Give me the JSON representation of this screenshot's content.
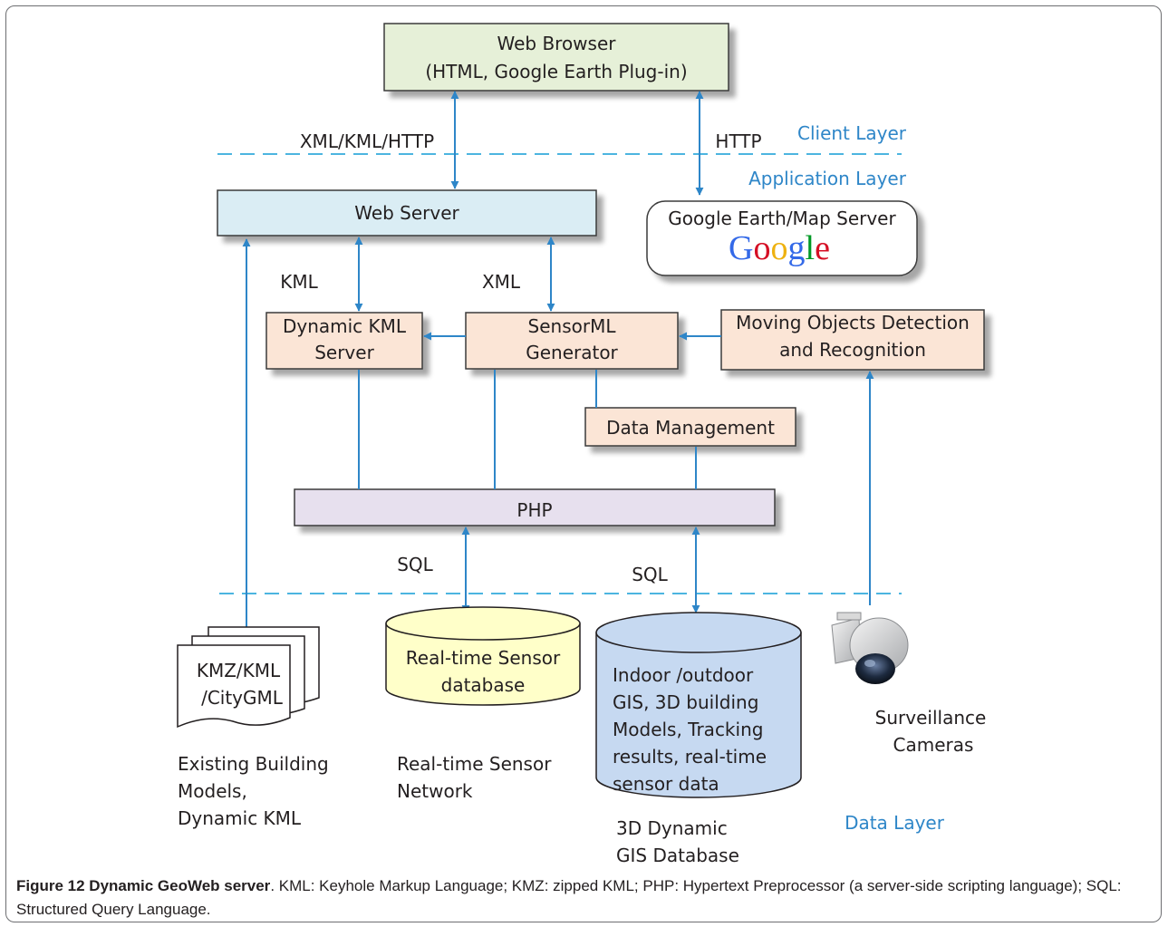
{
  "layers": {
    "client": "Client Layer",
    "application": "Application Layer",
    "data": "Data Layer"
  },
  "nodes": {
    "web_browser": [
      "Web Browser",
      "(HTML, Google Earth Plug-in)"
    ],
    "web_server": "Web Server",
    "google_server": "Google Earth/Map Server",
    "google_logo": "Google",
    "dynamic_kml": [
      "Dynamic KML",
      "Server"
    ],
    "sensorml": [
      "SensorML",
      "Generator"
    ],
    "moving_objects": [
      "Moving Objects Detection",
      "and Recognition"
    ],
    "data_management": "Data Management",
    "php": "PHP",
    "kmz_doc": [
      "KMZ/KML",
      "/CityGML"
    ],
    "sensor_db": [
      "Real-time Sensor",
      "database"
    ],
    "gis_db": [
      "Indoor /outdoor",
      "GIS, 3D building",
      "Models, Tracking",
      "results, real-time",
      "sensor data"
    ]
  },
  "edge_labels": {
    "xml_kml_http": "XML/KML/HTTP",
    "http": "HTTP",
    "kml": "KML",
    "xml": "XML",
    "sql_left": "SQL",
    "sql_right": "SQL"
  },
  "data_captions": {
    "existing": [
      "Existing Building",
      "Models,",
      "Dynamic KML"
    ],
    "sensor_network": [
      "Real-time Sensor",
      "Network"
    ],
    "gis_database": [
      "3D Dynamic",
      "GIS Database"
    ],
    "cameras": [
      "Surveillance",
      "Cameras"
    ]
  },
  "caption": {
    "label": "Figure 12 Dynamic GeoWeb server",
    "text": ". KML: Keyhole Markup Language; KMZ: zipped KML; PHP: Hypertext Preprocessor (a server-side scripting language); SQL: Structured Query Language."
  },
  "colors": {
    "arrow": "#2e86c8",
    "layer_line": "#4cb5e0",
    "browser_fill": "#e6f0d8",
    "web_server_fill": "#daedf4",
    "process_fill": "#fbe5d6",
    "php_fill": "#e7e0ee",
    "sensor_db_fill": "#ffffc9",
    "gis_db_fill": "#c6d9f1"
  }
}
